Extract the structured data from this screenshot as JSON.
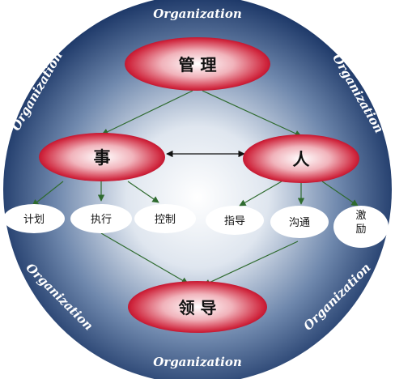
{
  "ring_label": "Organization",
  "top_node": {
    "label": "管 理"
  },
  "left_node": {
    "label": "事"
  },
  "right_node": {
    "label": "人"
  },
  "bottom_node": {
    "label": "领 导"
  },
  "left_children": [
    "计划",
    "执行",
    "控制"
  ],
  "right_children": [
    "指导",
    "沟通",
    "激\n励"
  ],
  "colors": {
    "circle_outer": "#1f3a6b",
    "circle_inner": "#e8eef6",
    "node_red": "#c8102e",
    "node_white": "#ffffff",
    "arrow": "#2f6b2f"
  }
}
